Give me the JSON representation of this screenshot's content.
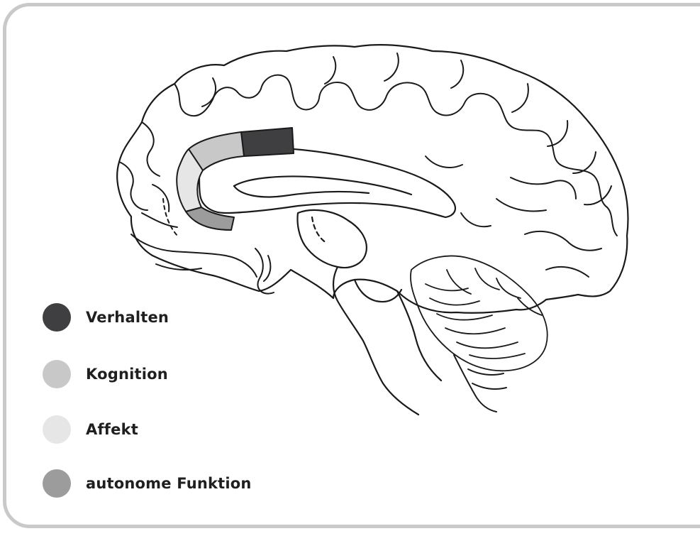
{
  "legend": [
    {
      "label": "Verhalten",
      "color": "#3f3f42"
    },
    {
      "label": "Kognition",
      "color": "#c8c8c9"
    },
    {
      "label": "Affekt",
      "color": "#e6e6e6"
    },
    {
      "label": "autonome Funktion",
      "color": "#9c9c9d"
    }
  ]
}
